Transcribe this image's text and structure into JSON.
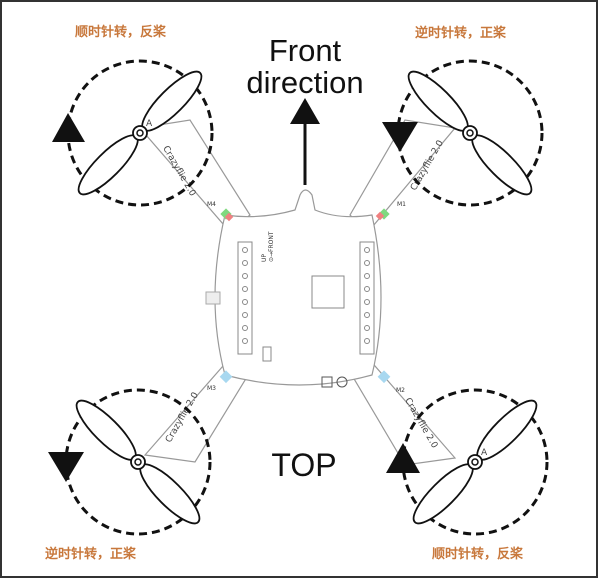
{
  "labels": {
    "top_left": "顺时针转，反桨",
    "top_right": "逆时针转，正桨",
    "bottom_left": "逆时针转，正桨",
    "bottom_right": "顺时针转，反桨",
    "front_line1": "Front",
    "front_line2": "direction",
    "top": "TOP"
  },
  "board": {
    "arm_text": "Crazyflie 2.0",
    "m1": "M1",
    "m2": "M2",
    "m3": "M3",
    "m4": "M4",
    "up_front_1": "UP",
    "up_front_2": "⊙→FRONT",
    "prop_mark": "A"
  },
  "colors": {
    "label": "#c8783c",
    "ink": "#111111",
    "board_outline": "#999999"
  }
}
